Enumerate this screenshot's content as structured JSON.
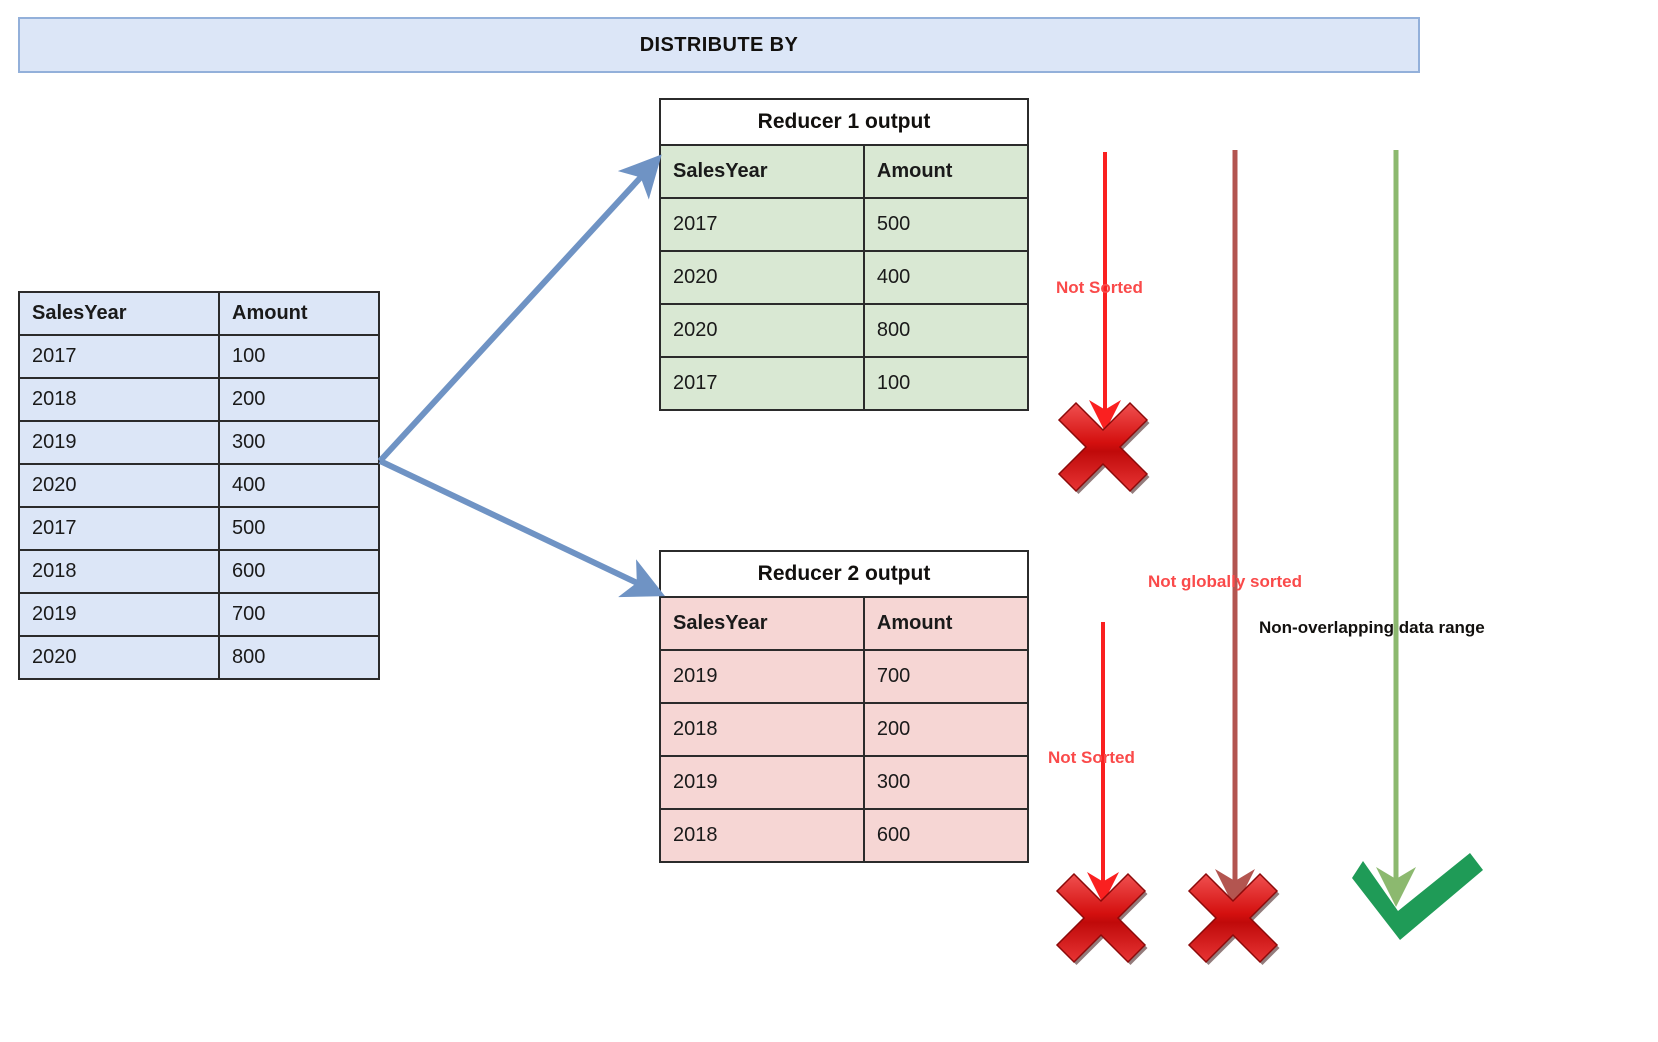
{
  "banner": {
    "title": "DISTRIBUTE BY",
    "fill": "#dce6f7",
    "border": "#93b0da"
  },
  "input_table": {
    "name": "source-table",
    "fill": "#dce6f7",
    "columns": [
      "SalesYear",
      "Amount"
    ],
    "rows": [
      [
        "2017",
        "100"
      ],
      [
        "2018",
        "200"
      ],
      [
        "2019",
        "300"
      ],
      [
        "2020",
        "400"
      ],
      [
        "2017",
        "500"
      ],
      [
        "2018",
        "600"
      ],
      [
        "2019",
        "700"
      ],
      [
        "2020",
        "800"
      ]
    ]
  },
  "reducer1": {
    "title": "Reducer 1 output",
    "fill": "#d9e8d3",
    "columns": [
      "SalesYear",
      "Amount"
    ],
    "rows": [
      [
        "2017",
        "500"
      ],
      [
        "2020",
        "400"
      ],
      [
        "2020",
        "800"
      ],
      [
        "2017",
        "100"
      ]
    ]
  },
  "reducer2": {
    "title": "Reducer 2 output",
    "fill": "#f6d6d4",
    "columns": [
      "SalesYear",
      "Amount"
    ],
    "rows": [
      [
        "2019",
        "700"
      ],
      [
        "2018",
        "200"
      ],
      [
        "2019",
        "300"
      ],
      [
        "2018",
        "600"
      ]
    ]
  },
  "annotations": {
    "not_sorted_1": "Not Sorted",
    "not_sorted_2": "Not Sorted",
    "not_globally_sorted": "Not globally sorted",
    "non_overlapping": "Non-overlapping data range",
    "red": "#fa4a4a",
    "dark_red": "#b35550",
    "green": "#7bb661",
    "check_green": "#239b56",
    "arrow_blue": "#6f93c4"
  },
  "verdicts": [
    {
      "icon": "cross-icon",
      "status": "fail"
    },
    {
      "icon": "cross-icon",
      "status": "fail"
    },
    {
      "icon": "cross-icon",
      "status": "fail"
    },
    {
      "icon": "check-icon",
      "status": "pass"
    }
  ]
}
